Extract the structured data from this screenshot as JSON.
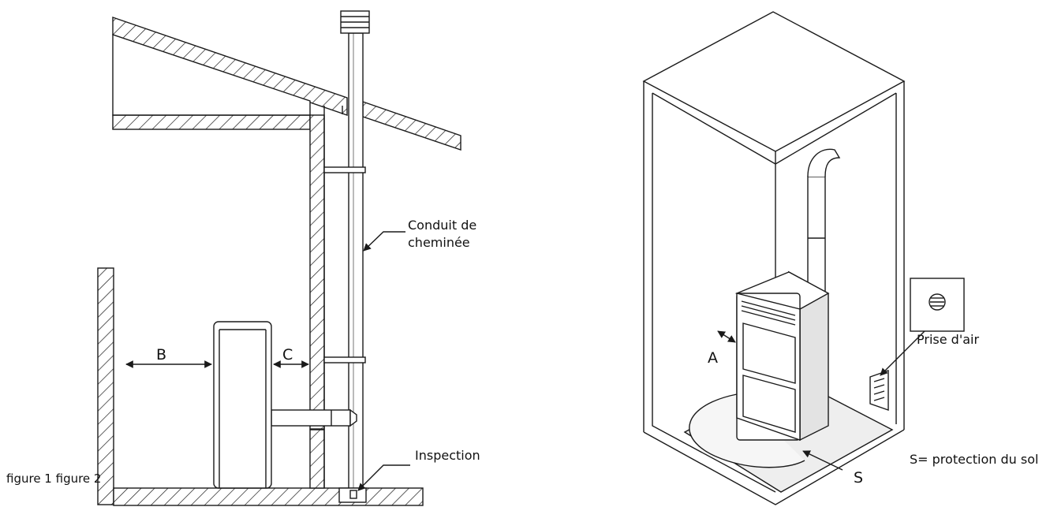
{
  "labels": {
    "conduit_line1": "Conduit de",
    "conduit_line2": "cheminée",
    "inspection": "Inspection",
    "b": "B",
    "c": "C",
    "figure_caption": "figure 1 figure 2",
    "a": "A",
    "prise_air": "Prise d'air",
    "s": "S",
    "s_legend": "S= protection du sol"
  },
  "colors": {
    "line": "#1a1a1a",
    "floor_plate": "#e6e6e6",
    "stove_side": "#d8d8d8",
    "wall_shade": "#f4f4f4"
  }
}
